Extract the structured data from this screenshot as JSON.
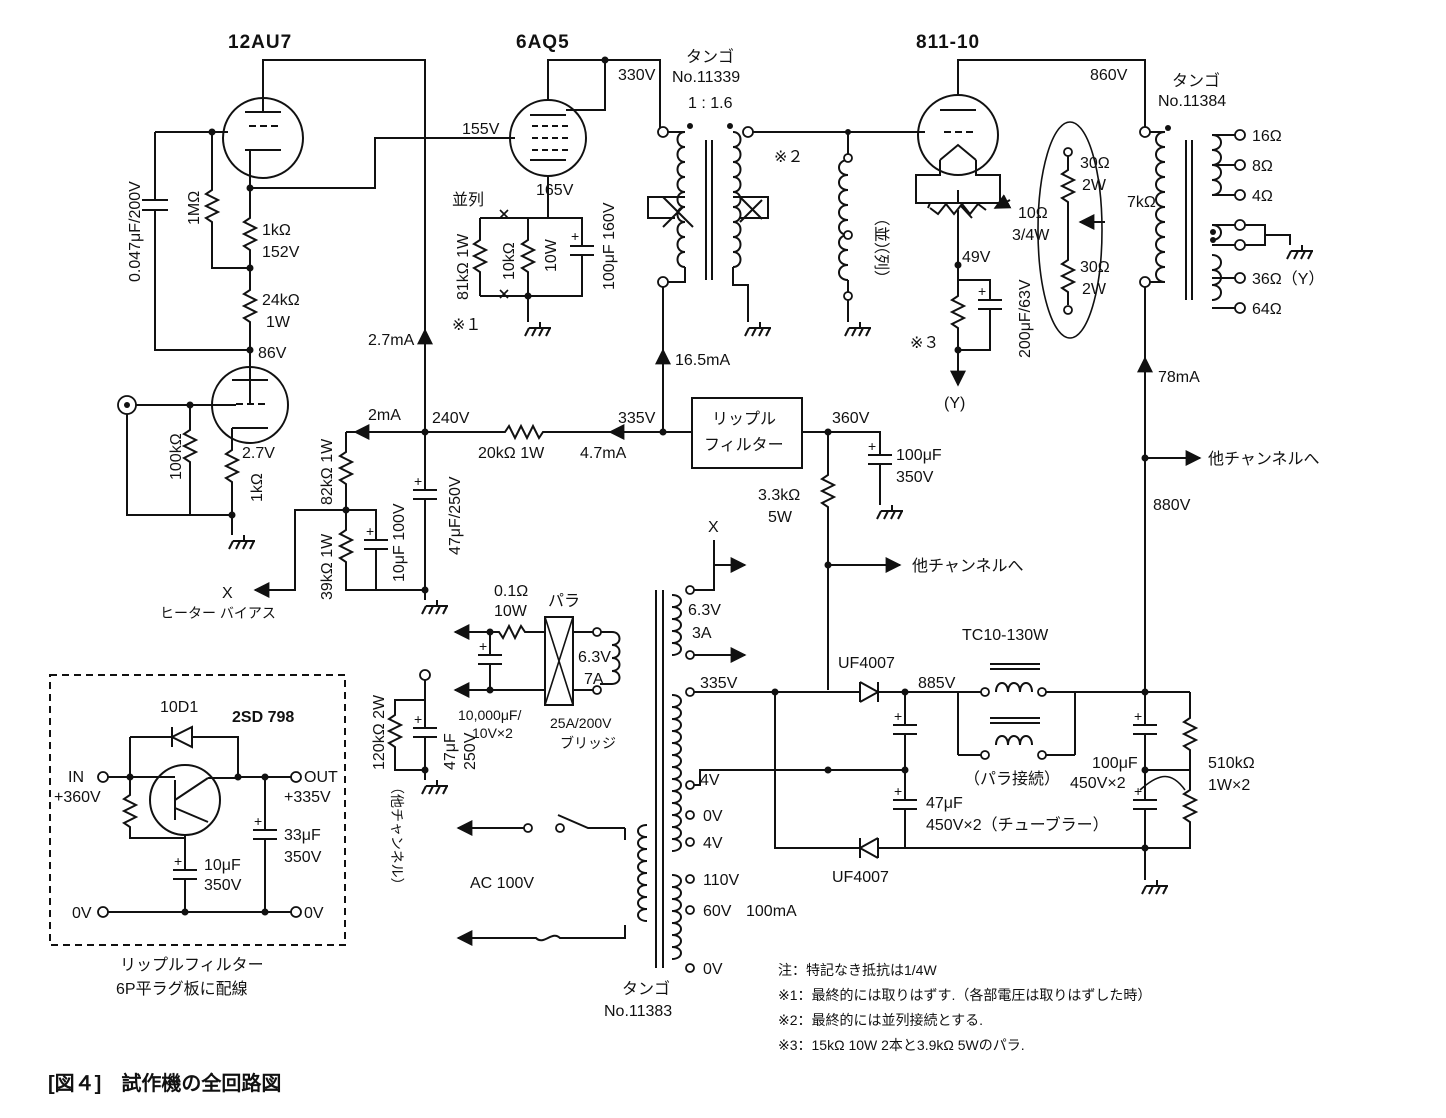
{
  "figure": {
    "caption": "[図４]　試作機の全回路図",
    "tubes": {
      "driver": "12AU7",
      "mid": "6AQ5",
      "output": "811-10"
    },
    "transformers": {
      "interstage_brand": "タンゴ",
      "interstage_model": "No.11339",
      "interstage_ratio": "1 : 1.6",
      "output_brand": "タンゴ",
      "output_model": "No.11384",
      "output_primary": "7kΩ",
      "power_brand": "タンゴ",
      "power_model": "No.11383"
    },
    "output_taps": [
      "16Ω",
      "8Ω",
      "4Ω",
      "36Ω（Y）",
      "64Ω"
    ],
    "voltages": {
      "v330": "330V",
      "v155": "155V",
      "v165": "165V",
      "v860": "860V",
      "v86": "86V",
      "v152": "152V",
      "v240": "240V",
      "v335": "335V",
      "v360": "360V",
      "v880": "880V",
      "v49": "49V",
      "v27": "2.7V",
      "v885": "885V"
    },
    "currents": {
      "i27": "2.7mA",
      "i2": "2mA",
      "i47": "4.7mA",
      "i165": "16.5mA",
      "i78": "78mA"
    },
    "parts": {
      "c0047": "0.047μF/200V",
      "r1m": "1MΩ",
      "r1k": "1kΩ",
      "r24k": "24kΩ",
      "r24k_w": "1W",
      "r100k": "100kΩ",
      "rk_1k": "1kΩ",
      "r82k": "82kΩ 1W",
      "r39k": "39kΩ 1W",
      "c10": "10μF 100V",
      "c47": "47μF/250V",
      "r20k": "20kΩ 1W",
      "par": "並列",
      "r81k": "81kΩ 1W",
      "r10k": "10kΩ",
      "r10k_w": "10W",
      "c100_160": "100μF 160V",
      "r33k": "3.3kΩ",
      "r33k_w": "5W",
      "c100_350": "100μF",
      "c100_350_v": "350V",
      "r30a": "30Ω",
      "r30a_w": "2W",
      "r10": "10Ω",
      "r10_w": "3/4W",
      "r30b": "30Ω",
      "r30b_w": "2W",
      "c200": "200μF/63V",
      "ripple_filter_1": "リップル",
      "ripple_filter_2": "フィルター"
    },
    "notes_markers": {
      "n1": "※１",
      "n2": "※２",
      "n3": "※３"
    },
    "y_label": "(Y)",
    "x_label": "X",
    "heater_bias": "ヒーター バイアス",
    "other_channel": "他チャンネルへ",
    "other_channel_v": "（他チャンネル）",
    "paren_col": "（並）",
    "paren_retsu": "（列）",
    "heater": {
      "r01": "0.1Ω",
      "r01_w": "10W",
      "para": "パラ",
      "cap10000": "10,000μF/",
      "cap10000_v": "10V×2",
      "bridge": "25A/200V",
      "bridge2": "ブリッジ",
      "v63_7": "6.3V",
      "a7": "7A",
      "v63_3": "6.3V",
      "a3": "3A",
      "r120k": "120kΩ 2W",
      "c47_250": "47μF",
      "c47_250v": "250V"
    },
    "ps": {
      "uf_top": "UF4007",
      "uf_bot": "UF4007",
      "choke": "TC10-130W",
      "choke_par": "（パラ接続）",
      "c47": "47μF",
      "c47_v": "450V×2（チューブラー）",
      "c100": "100μF",
      "c100_v": "450V×2",
      "r510k": "510kΩ",
      "r510k_w": "1W×2",
      "tap335": "335V",
      "tap4": "4V",
      "tap0a": "0V",
      "tap4b": "4V",
      "tap110": "110V",
      "tap60": "60V",
      "tap60_i": "100mA",
      "tap0b": "0V",
      "ac": "AC 100V"
    },
    "ripple_box": {
      "diode": "10D1",
      "transistor": "2SD 798",
      "in": "IN",
      "in_v": "+360V",
      "out": "OUT",
      "out_v": "+335V",
      "c33": "33μF",
      "c33_v": "350V",
      "c10": "10μF",
      "c10_v": "350V",
      "zero_in": "0V",
      "zero_out": "0V",
      "caption1": "リップルフィルター",
      "caption2": "6P平ラグ板に配線"
    },
    "notes": [
      "注：特記なき抵抗は1/4W",
      "※1：最終的には取りはずす.（各部電圧は取りはずした時）",
      "※2：最終的には並列接続とする.",
      "※3：15kΩ 10W 2本と3.9kΩ 5Wのパラ."
    ]
  }
}
